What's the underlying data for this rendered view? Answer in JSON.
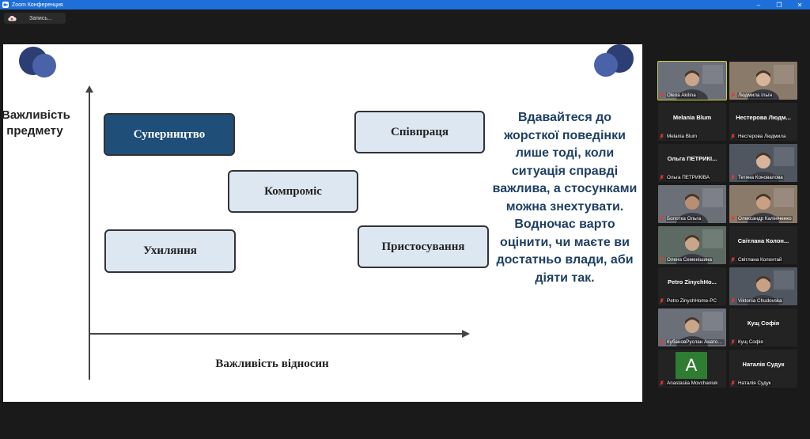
{
  "window": {
    "title": "Zoom Конференция",
    "buttons": {
      "minimize": "–",
      "maximize": "❐",
      "close": "✕"
    }
  },
  "recording": {
    "label": "Запись..."
  },
  "slide": {
    "ylabel": "Важливість предмету",
    "xlabel": "Важливість відносин",
    "boxes": {
      "competition": "Суперництво",
      "cooperation": "Співпраця",
      "compromise": "Компроміс",
      "avoidance": "Ухиляння",
      "accommodation": "Пристосування"
    },
    "text": "Вдавайтеся до жорсткої поведінки лише тоді, коли ситуація справді важлива, а стосунками можна знехтувати. Водночас варто оцінити, чи маєте ви достатньо влади, аби діяти так."
  },
  "colors": {
    "titlebar": "#1e6fd9",
    "accent_dark_box": "#1f4e79",
    "light_box": "#dde7f2",
    "slide_text": "#1f3f63",
    "active_speaker": "#c9d33a",
    "mic_muted": "#e53935"
  },
  "participants": [
    {
      "caption": "Olena Akilina",
      "center": "",
      "video": true,
      "active": true
    },
    {
      "caption": "Людмила Ільїн",
      "center": "",
      "video": true,
      "active": false
    },
    {
      "caption": "Melania Blum",
      "center": "Melania Blum",
      "video": false,
      "active": false
    },
    {
      "caption": "Нестерова Людмила",
      "center": "Нестерова  Людм...",
      "video": false,
      "active": false
    },
    {
      "caption": "Ольга ПЕТРИКІВА",
      "center": "Ольга  ПЕТРИКІ...",
      "video": false,
      "active": false
    },
    {
      "caption": "Тетяна Коновалова",
      "center": "",
      "video": true,
      "active": false
    },
    {
      "caption": "Болотка Ольга",
      "center": "",
      "video": true,
      "active": false
    },
    {
      "caption": "Олександр Калініченко",
      "center": "",
      "video": true,
      "active": false
    },
    {
      "caption": "Олена Семенішина",
      "center": "",
      "video": true,
      "active": false
    },
    {
      "caption": "Світлана Колонтай",
      "center": "Світлана  Колон...",
      "video": false,
      "active": false
    },
    {
      "caption": "Petro ZinychHome-PC",
      "center": "Petro  ZinychHo...",
      "video": false,
      "active": false
    },
    {
      "caption": "Viktoriia Chudovska",
      "center": "",
      "video": true,
      "active": false
    },
    {
      "caption": "КубановРуслан Анатолійович",
      "center": "",
      "video": true,
      "active": false
    },
    {
      "caption": "Кущ Софія",
      "center": "Кущ Софія",
      "video": false,
      "active": false
    },
    {
      "caption": "Anastasiia Movchaniuk",
      "center": "",
      "video": false,
      "avatar": "A",
      "active": false
    },
    {
      "caption": "Наталія Судук",
      "center": "Наталія Судук",
      "video": false,
      "active": false
    }
  ]
}
